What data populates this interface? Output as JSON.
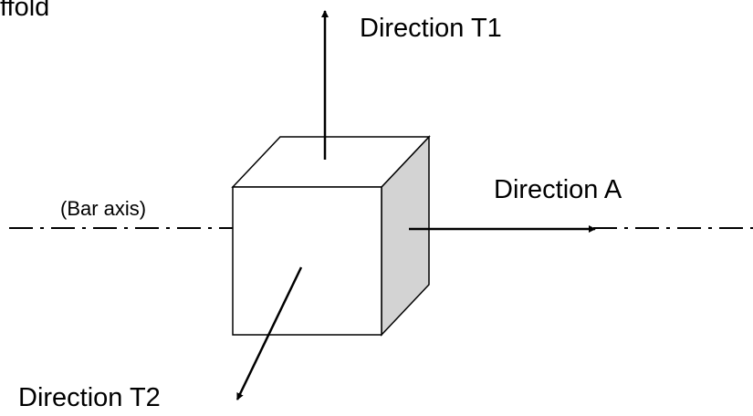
{
  "labels": {
    "partial_top_left": "ffold",
    "direction_t1": "Direction T1",
    "direction_a": "Direction A",
    "bar_axis": "(Bar axis)",
    "direction_t2": "Direction T2"
  },
  "colors": {
    "stroke": "#000000",
    "cube_front": "#ffffff",
    "cube_top": "#ffffff",
    "cube_side": "#d3d3d3"
  }
}
